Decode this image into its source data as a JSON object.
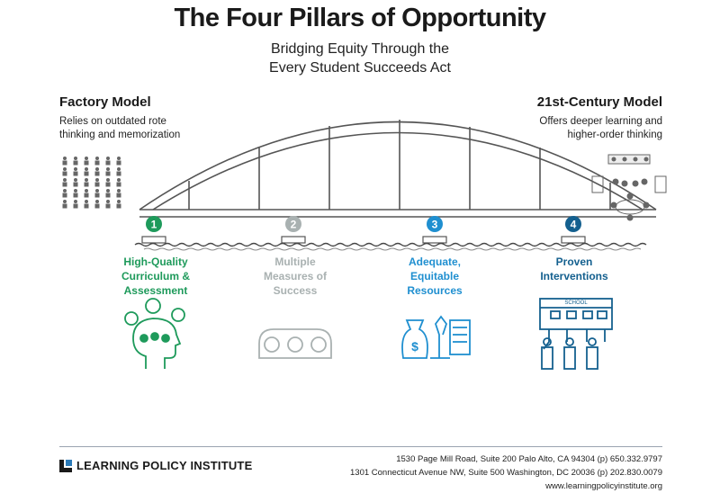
{
  "title": "The Four Pillars of Opportunity",
  "subtitle_line1": "Bridging Equity Through the",
  "subtitle_line2": "Every Student Succeeds Act",
  "left_model": {
    "title": "Factory Model",
    "desc_line1": "Relies on outdated rote",
    "desc_line2": "thinking and memorization"
  },
  "right_model": {
    "title": "21st-Century Model",
    "desc_line1": "Offers deeper learning and",
    "desc_line2": "higher-order thinking"
  },
  "pillars": [
    {
      "number": "1",
      "line1": "High-Quality",
      "line2": "Curriculum &",
      "line3": "Assessment",
      "color": "#1e9a5b"
    },
    {
      "number": "2",
      "line1": "Multiple",
      "line2": "Measures of",
      "line3": "Success",
      "color": "#a9b1b1"
    },
    {
      "number": "3",
      "line1": "Adequate,",
      "line2": "Equitable",
      "line3": "Resources",
      "color": "#1f8fd0"
    },
    {
      "number": "4",
      "line1": "Proven",
      "line2": "Interventions",
      "line3": "",
      "color": "#14608f"
    }
  ],
  "school_sign": "SCHOOL",
  "footer": {
    "org": "LEARNING POLICY INSTITUTE",
    "address1": "1530 Page Mill Road, Suite 200   Palo Alto, CA 94304   (p) 650.332.9797",
    "address2": "1301 Connecticut Avenue NW, Suite 500   Washington, DC 20036   (p) 202.830.0079",
    "website": "www.learningpolicyinstitute.org"
  }
}
